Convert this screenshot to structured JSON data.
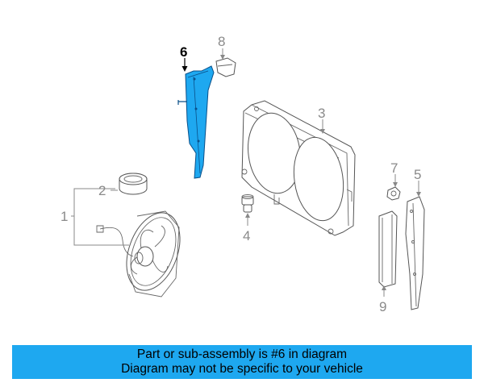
{
  "diagram": {
    "highlight_color": "#1ea8f0",
    "highlighted_part": "6",
    "callouts": {
      "c1": "1",
      "c2": "2",
      "c3": "3",
      "c4": "4",
      "c5": "5",
      "c6": "6",
      "c7": "7",
      "c8": "8",
      "c9": "9"
    }
  },
  "banner": {
    "background": "#1ea8f0",
    "line1": "Part or sub-assembly is #6 in diagram",
    "line2": "Diagram may not be specific to your vehicle"
  }
}
